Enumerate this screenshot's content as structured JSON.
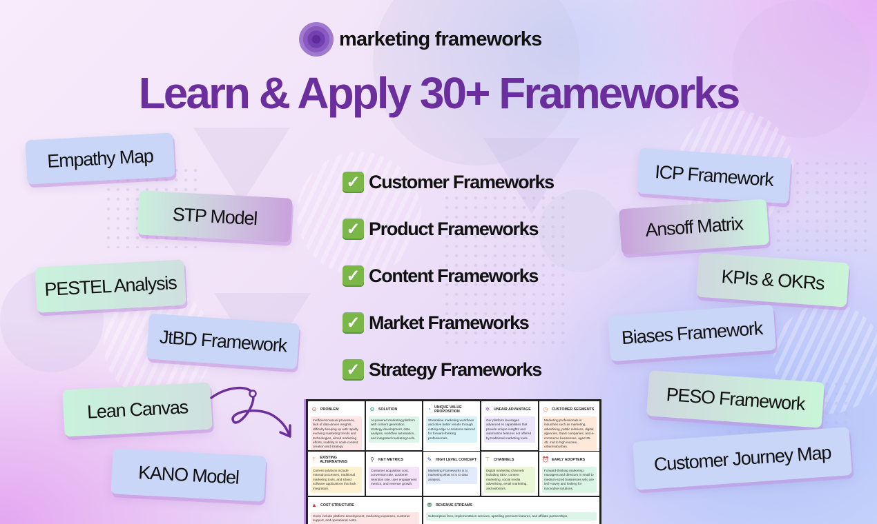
{
  "brand": {
    "name": "marketing frameworks",
    "logo_icon": "concentric-circles-icon",
    "accent_color": "#6a2f9c"
  },
  "headline": "Learn & Apply 30+ Frameworks",
  "checklist": {
    "icon": "check-box-icon",
    "check_glyph": "✓",
    "items": [
      "Customer Frameworks",
      "Product Frameworks",
      "Content Frameworks",
      "Market Frameworks",
      "Strategy Frameworks"
    ]
  },
  "left_tags": [
    "Empathy Map",
    "STP Model",
    "PESTEL Analysis",
    "JtBD Framework",
    "Lean Canvas",
    "KANO Model"
  ],
  "right_tags": [
    "ICP Framework",
    "Ansoff Matrix",
    "KPIs & OKRs",
    "Biases Framework",
    "PESO Framework",
    "Customer Journey Map"
  ],
  "lean_canvas": {
    "problem": {
      "title": "Problem",
      "icon": "⊙",
      "body": "Inefficient manual processes, lack of data-driven insights, difficulty keeping up with rapidly evolving marketing trends and technologies, siloed marketing efforts, inability to scale content creation and strategy development."
    },
    "solution": {
      "title": "Solution",
      "icon": "⚙",
      "body": "AI-powered marketing platform with content generation, strategy development, data analysis, workflow automation, and integrated marketing tools."
    },
    "uvp": {
      "title": "Unique Value Proposition",
      "icon": "◔",
      "body": "Streamline marketing workflows and drive better results through cutting-edge AI solutions tailored for forward-thinking professionals."
    },
    "unfair": {
      "title": "Unfair Advantage",
      "icon": "✲",
      "body": "Our platform leverages advanced AI capabilities that provide unique insights and automation features not offered by traditional marketing tools."
    },
    "segments": {
      "title": "Customer Segments",
      "icon": "◷",
      "body": "Marketing professionals in industries such as marketing, advertising, public relations, digital agencies, SaaS companies, and e-commerce businesses, aged 25-45, mid to high income, urban/suburban."
    },
    "existing": {
      "title": "Existing Alternatives",
      "icon": "ᛉ",
      "body": "Current solutions include manual processes, traditional marketing tools, and siloed software applications that lack integration."
    },
    "metrics": {
      "title": "Key Metrics",
      "icon": "⚲",
      "body": "Customer acquisition cost, conversion rate, customer retention rate, user engagement metrics, and revenue growth."
    },
    "concept": {
      "title": "High Level Concept",
      "icon": "✎",
      "body": "Marketing Frameworks is to marketing what AI is to data analysis."
    },
    "channels": {
      "title": "Channels",
      "icon": "⊤",
      "body": "Digital marketing channels including SEO, content marketing, social media advertising, email marketing, and webinars."
    },
    "adopters": {
      "title": "Early Adopters",
      "icon": "⏰",
      "body": "Forward-thinking marketing managers and directors in small to medium-sized businesses who are tech-savvy and looking for innovative solutions."
    },
    "cost": {
      "title": "Cost Structure",
      "icon": "▲",
      "body": "Costs include platform development, marketing expenses, customer support, and operational costs."
    },
    "revenue": {
      "title": "Revenue Streams",
      "icon": "⛃",
      "body": "Subscription fees, implementation services, upselling premium features, and affiliate partnerships."
    }
  }
}
